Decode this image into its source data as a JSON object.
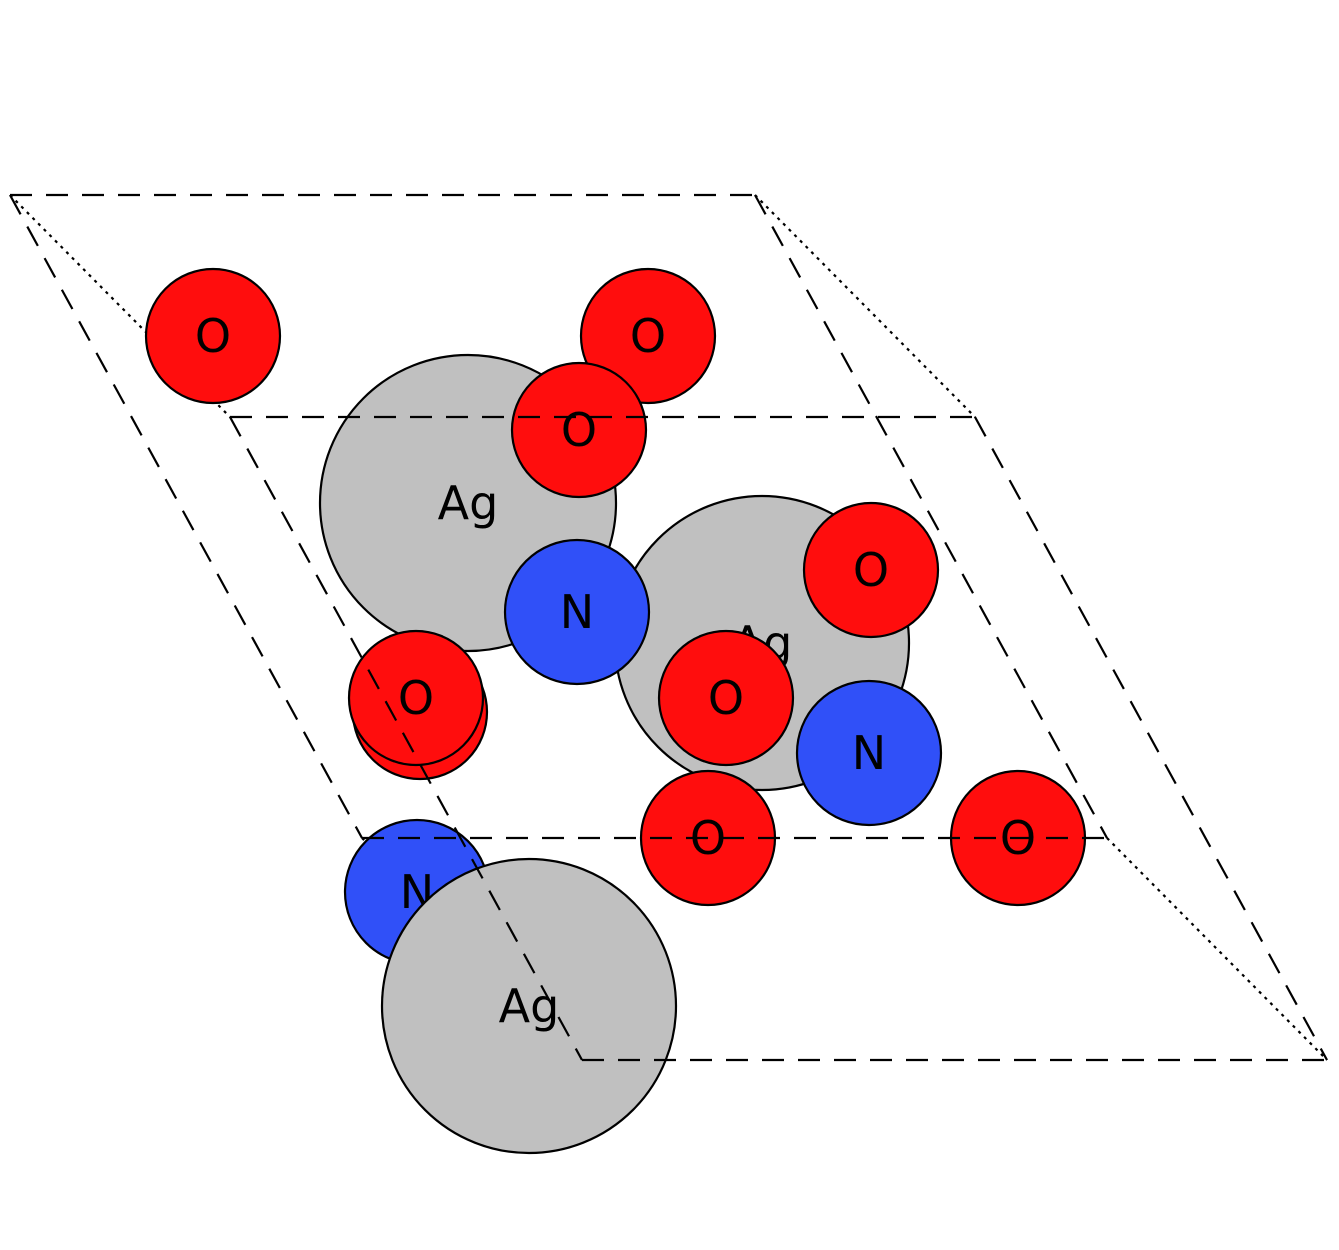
{
  "element_colors": {
    "Ag": "#c0c0c0",
    "O": "#ff0d0d",
    "N": "#3050f8"
  },
  "atoms": [
    {
      "element": "Ag",
      "label": "Ag"
    },
    {
      "element": "Ag",
      "label": "Ag"
    },
    {
      "element": "O",
      "label": "O"
    },
    {
      "element": "O",
      "label": "O"
    },
    {
      "element": "O",
      "label": "O"
    },
    {
      "element": "O",
      "label": "O"
    },
    {
      "element": "N",
      "label": "N"
    },
    {
      "element": "O",
      "label": "O"
    },
    {
      "element": "O",
      "label": "O"
    },
    {
      "element": "N",
      "label": "N"
    },
    {
      "element": "O",
      "label": "O"
    },
    {
      "element": "O",
      "label": "O"
    },
    {
      "element": "N",
      "label": "N"
    },
    {
      "element": "Ag",
      "label": "Ag"
    }
  ]
}
